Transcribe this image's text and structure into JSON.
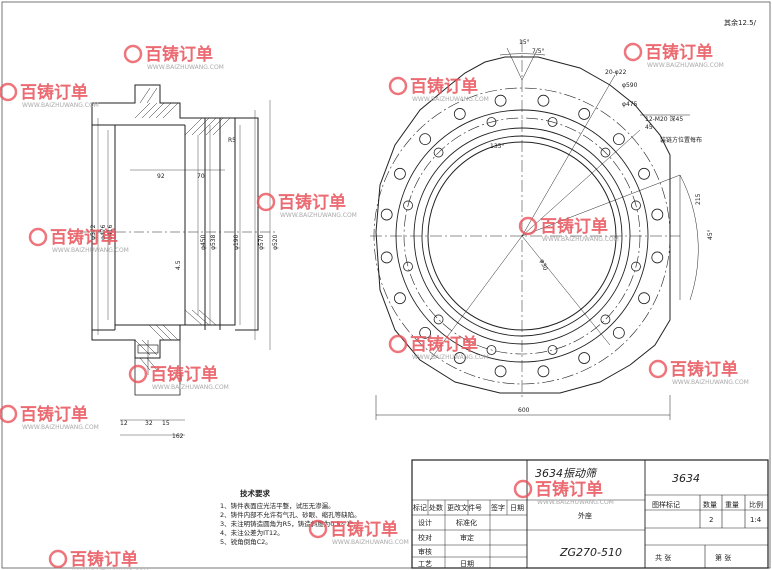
{
  "drawing": {
    "roughness_mark": "其余12.5/",
    "section_view": {
      "dims_vertical": [
        "φ572",
        "φ476",
        "φ416",
        "φ450",
        "φ538",
        "φ570",
        "φ190",
        "φ520"
      ],
      "dims_horizontal": [
        "92",
        "70",
        "12",
        "32",
        "15",
        "162"
      ],
      "other": [
        "R5",
        "4.5"
      ]
    },
    "plan_view": {
      "dims": [
        "15°",
        "7.5°",
        "20-φ22",
        "φ590",
        "φ475",
        "12-M20 深45",
        "45",
        "135°",
        "φ30",
        "215",
        "45°",
        "600"
      ],
      "note": "装链方位置每布"
    },
    "tech_requirements": {
      "title": "技术要求",
      "items": [
        "1、铸件表面应光洁平整，试压无渗漏。",
        "2、铸件内部不允许有气孔、砂眼、缩孔等缺陷。",
        "3、未注明铸造圆角为R5，铸造斜度为0.5~1°。",
        "4、未注公差为IT12。",
        "5、锐角倒角C2。"
      ]
    },
    "title_block": {
      "part_name": "3634振动筛",
      "part_sub": "外座",
      "drawing_no": "ZG270-510",
      "material_box": "3634",
      "labels": {
        "mark": "标记",
        "count": "处数",
        "change_doc": "更改文件号",
        "sign": "签字",
        "date": "日期",
        "design": "设计",
        "standard": "标准化",
        "check": "校对",
        "review": "审定",
        "audit": "审核",
        "process": "工艺",
        "date2": "日期",
        "stage": "图样标记",
        "qty": "数量",
        "weight": "重量",
        "scale": "比例",
        "sheets_total": "共  张",
        "sheet_no": "第  张"
      },
      "qty_value": "2",
      "scale_value": "1:4"
    }
  },
  "watermarks": {
    "brand": "百铸订单",
    "url": "WWW.BAIZHUWANG.COM"
  }
}
